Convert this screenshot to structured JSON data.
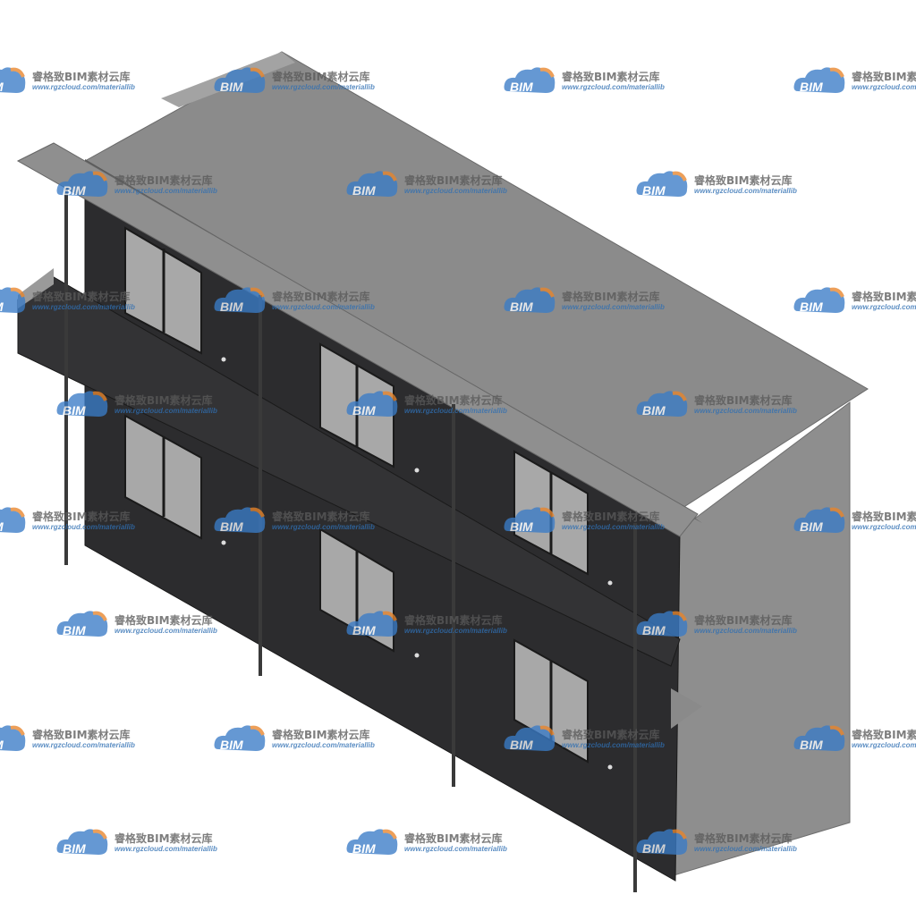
{
  "watermark": {
    "brand_title": "睿格致BIM素材云库",
    "brand_url": "www.rgzcloud.com/materiallib",
    "logo_text": "BIM",
    "logo_color": "#3a7cc7",
    "logo_accent": "#e8852b"
  },
  "model": {
    "wall_color": "#2b2b2d",
    "roof_color": "#8a8a8a",
    "side_color": "#8c8c8c",
    "glass_color": "#a6a6a6"
  }
}
